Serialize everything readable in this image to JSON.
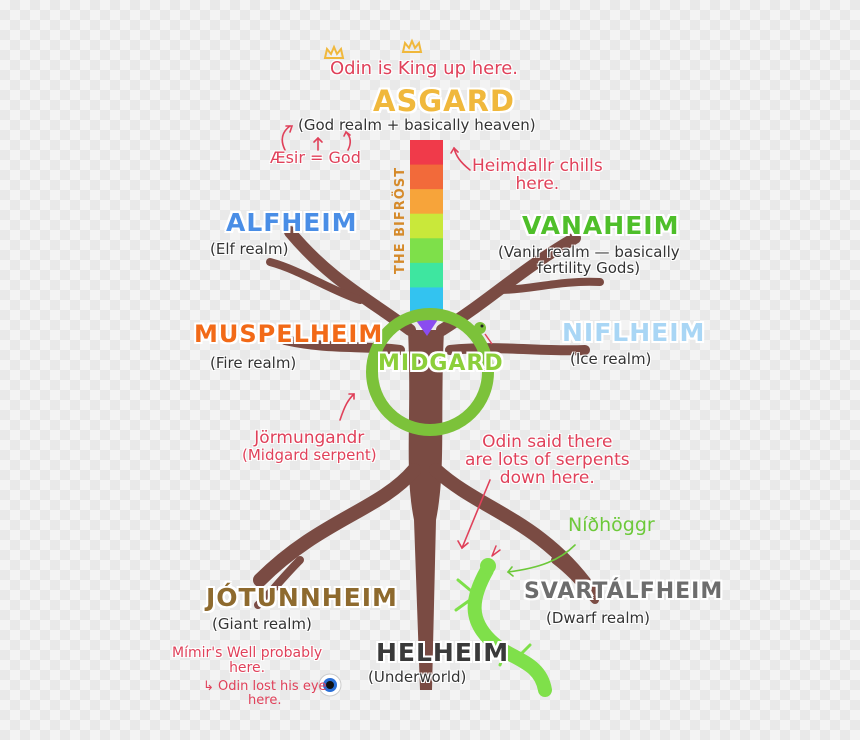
{
  "top": {
    "odin_note": "Odin is King up here."
  },
  "asgard": {
    "name": "ASGARD",
    "desc": "(God realm + basically heaven)",
    "color": "#f0b83c"
  },
  "aesir_note": "Æsir = God",
  "heimdallr_note": [
    "Heimdallr chills",
    "here."
  ],
  "bifrost_label": "THE BIFRÖST",
  "bifrost_colors": [
    "#f03a4a",
    "#f26a3a",
    "#f7a43a",
    "#c9e83a",
    "#7ee04a",
    "#3ee6a0",
    "#33c3f0",
    "#8a4cf0"
  ],
  "alfheim": {
    "name": "ALFHEIM",
    "desc": "(Elf realm)",
    "color": "#4a8ee6"
  },
  "vanaheim": {
    "name": "VANAHEIM",
    "desc": [
      "(Vanir realm — basically",
      "fertility Gods)"
    ],
    "color": "#4fbf2a"
  },
  "muspelheim": {
    "name": "MUSPELHEIM",
    "desc": "(Fire realm)",
    "color": "#f26a18"
  },
  "niflheim": {
    "name": "NIFLHEIM",
    "desc": "(Ice realm)",
    "color": "#a9d6f5"
  },
  "midgard": {
    "name": "MIDGARD",
    "color": "#8ccf3a"
  },
  "jormungandr_note": [
    "Jörmungandr",
    "(Midgard serpent)"
  ],
  "serpents_note": [
    "Odin said there",
    "are lots of serpents",
    "down here."
  ],
  "nidhoggr_note": "Níðhöggr",
  "jotunnheim": {
    "name": "JÓTUNNHEIM",
    "desc": "(Giant realm)",
    "color": "#8e6a2e"
  },
  "svartalfheim": {
    "name": "SVARTÁLFHEIM",
    "desc": "(Dwarf realm)",
    "color": "#6d6d6d"
  },
  "helheim": {
    "name": "HELHEIM",
    "desc": "(Underworld)",
    "color": "#3a3a3a"
  },
  "mimir_note": [
    "Mímir's Well probably",
    "here."
  ],
  "odin_eye_note": [
    "↳ Odin lost his eye",
    "here."
  ],
  "colors": {
    "trunk": "#7a4b43",
    "note_red": "#e0415a",
    "serpent_green": "#7fe04a",
    "ring_green": "#7cc23a",
    "crown_gold": "#f0b83c"
  }
}
